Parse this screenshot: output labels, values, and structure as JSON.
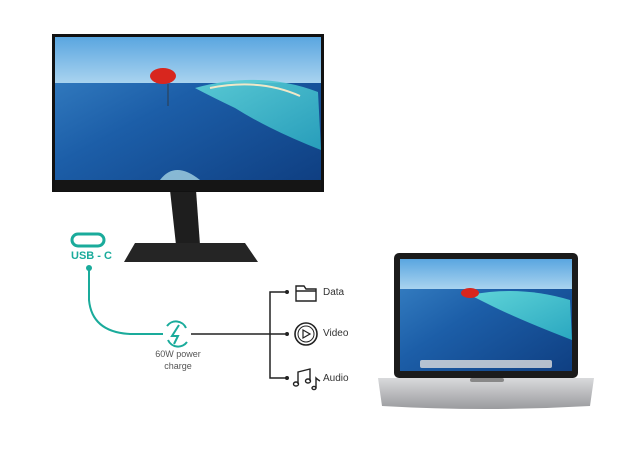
{
  "connector": {
    "label": "USB - C",
    "color": "#1aab9b"
  },
  "power": {
    "line1": "60W power",
    "line2": "charge"
  },
  "outputs": [
    {
      "label": "Data",
      "icon": "folder-icon"
    },
    {
      "label": "Video",
      "icon": "play-icon"
    },
    {
      "label": "Audio",
      "icon": "music-icon"
    }
  ]
}
